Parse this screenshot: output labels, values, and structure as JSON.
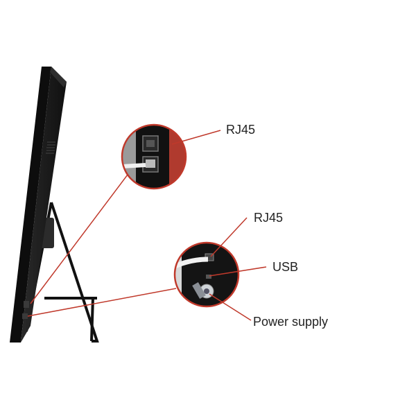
{
  "labels": {
    "rj45_top": "RJ45",
    "rj45_mid": "RJ45",
    "usb": "USB",
    "power": "Power supply"
  },
  "colors": {
    "leader_line": "#c0392b",
    "callout_ring": "#c0392b",
    "device_body": "#151515",
    "stand": "#111111",
    "background": "#ffffff"
  }
}
